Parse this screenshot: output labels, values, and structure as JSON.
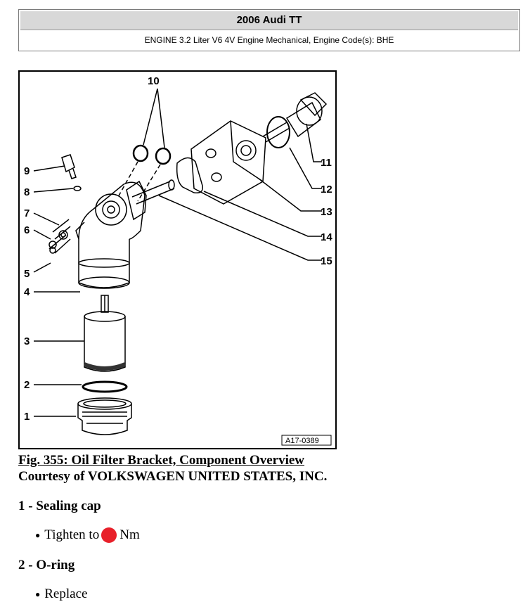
{
  "header": {
    "title": "2006 Audi TT",
    "subtitle": "ENGINE 3.2 Liter V6 4V Engine Mechanical, Engine Code(s): BHE"
  },
  "figure": {
    "ref_code": "A17-0389",
    "labels": [
      "1",
      "2",
      "3",
      "4",
      "5",
      "6",
      "7",
      "8",
      "9",
      "10",
      "11",
      "12",
      "13",
      "14",
      "15"
    ]
  },
  "caption": "Fig. 355: Oil Filter Bracket, Component Overview",
  "courtesy": "Courtesy of VOLKSWAGEN UNITED STATES, INC.",
  "items": [
    {
      "heading": "1 - Sealing cap",
      "bullet_pre": "Tighten to",
      "bullet_post": "Nm"
    },
    {
      "heading": "2 - O-ring",
      "bullet": "Replace"
    }
  ],
  "colors": {
    "torque_marker": "#e8202a"
  }
}
